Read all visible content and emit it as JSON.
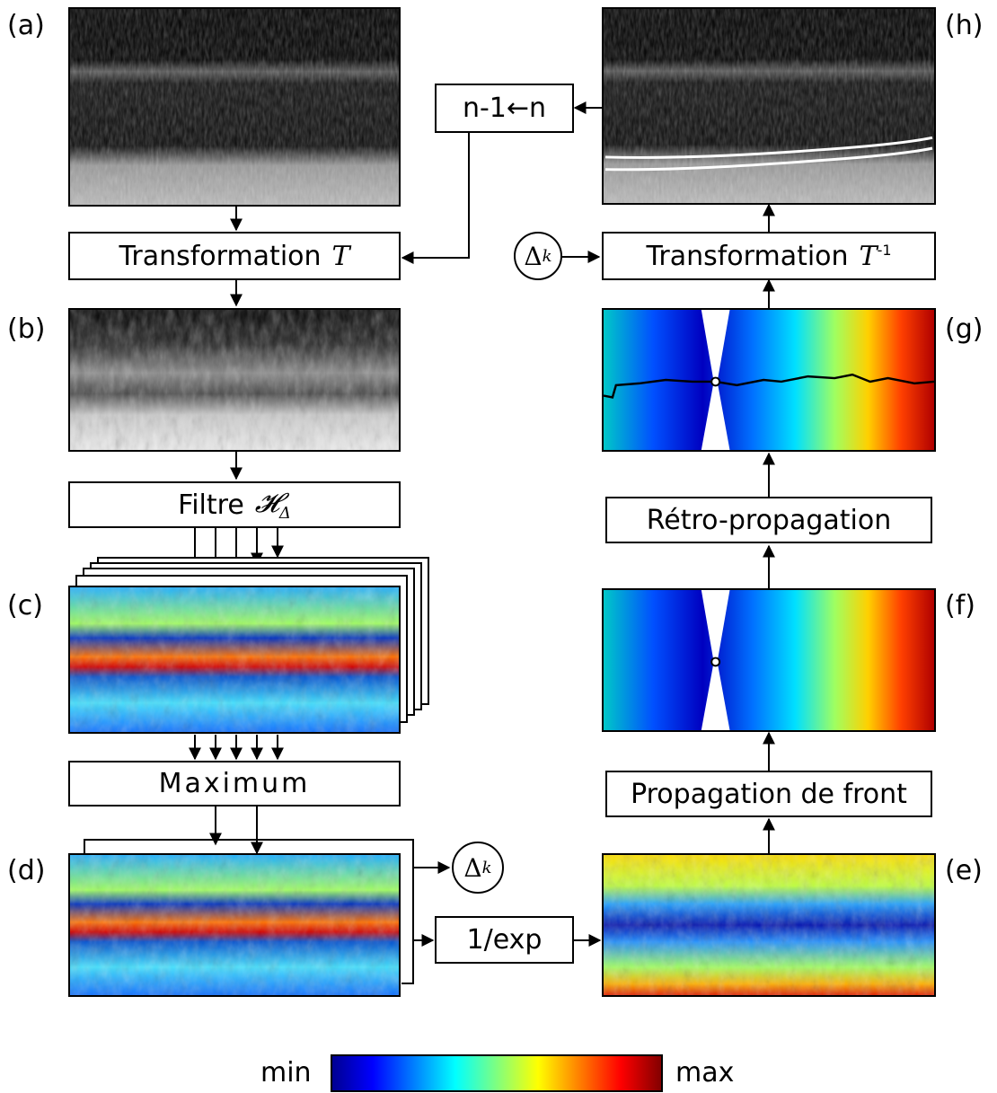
{
  "panels": {
    "a": "(a)",
    "b": "(b)",
    "c": "(c)",
    "d": "(d)",
    "e": "(e)",
    "f": "(f)",
    "g": "(g)",
    "h": "(h)"
  },
  "boxes": {
    "transform_text": "Transformation",
    "transform_math": "T",
    "inverse_text": "Transformation",
    "inverse_math": "T",
    "inverse_sup": "-1",
    "filter_text": "Filtre",
    "filter_math": "𝓗",
    "filter_sub": "Δ",
    "maximum": "Maximum",
    "inv_exp": "1/exp",
    "front_prop": "Propagation de front",
    "back_prop": "Rétro-propagation",
    "index_update": "n-1←n"
  },
  "delta": {
    "symbol": "Δ",
    "exponent": "k"
  },
  "colorbar": {
    "min": "min",
    "max": "max"
  },
  "colors": {
    "jet_low": "#00008f",
    "jet_mid": "#7fff7f",
    "jet_high": "#800000",
    "line": "#000000"
  }
}
